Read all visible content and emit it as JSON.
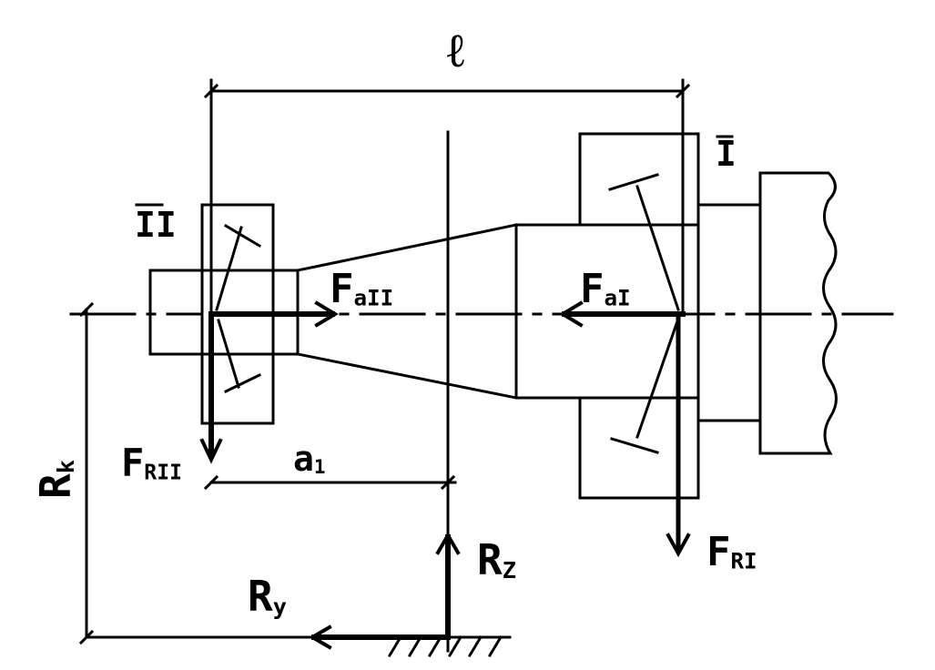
{
  "labels": {
    "length": "ℓ",
    "bearing_1": "I",
    "bearing_2": "II",
    "fa2_main": "F",
    "fa2_sub": "aII",
    "fa1_main": "F",
    "fa1_sub": "aI",
    "fr2_main": "F",
    "fr2_sub": "RII",
    "fr1_main": "F",
    "fr1_sub": "RI",
    "a1_main": "a",
    "a1_sub": "1",
    "rz_main": "R",
    "rz_sub": "Z",
    "ry_main": "R",
    "ry_sub": "y",
    "rk_main": "R",
    "rk_sub": "k"
  }
}
